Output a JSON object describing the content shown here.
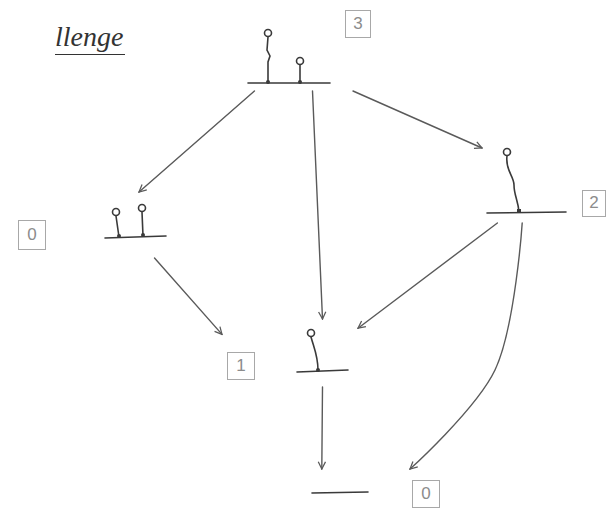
{
  "diagram": {
    "title": "llenge",
    "nodes": [
      {
        "text": [
          "3"
        ]
      },
      {
        "text": [
          "0"
        ]
      },
      {
        "text": [
          "2"
        ]
      },
      {
        "text": [
          "1"
        ]
      },
      {
        "text": [
          "0"
        ]
      }
    ],
    "edges": [
      {
        "from": 0,
        "to": 1,
        "arrow": "to"
      },
      {
        "from": 0,
        "to": 3,
        "arrow": "to"
      },
      {
        "from": 0,
        "to": 2,
        "arrow": "to"
      },
      {
        "from": 1,
        "to": 3,
        "arrow": "to"
      },
      {
        "from": 2,
        "to": 3,
        "arrow": "to"
      },
      {
        "from": 2,
        "to": 4,
        "arrow": "to"
      },
      {
        "from": 3,
        "to": 4,
        "arrow": "to"
      }
    ]
  }
}
